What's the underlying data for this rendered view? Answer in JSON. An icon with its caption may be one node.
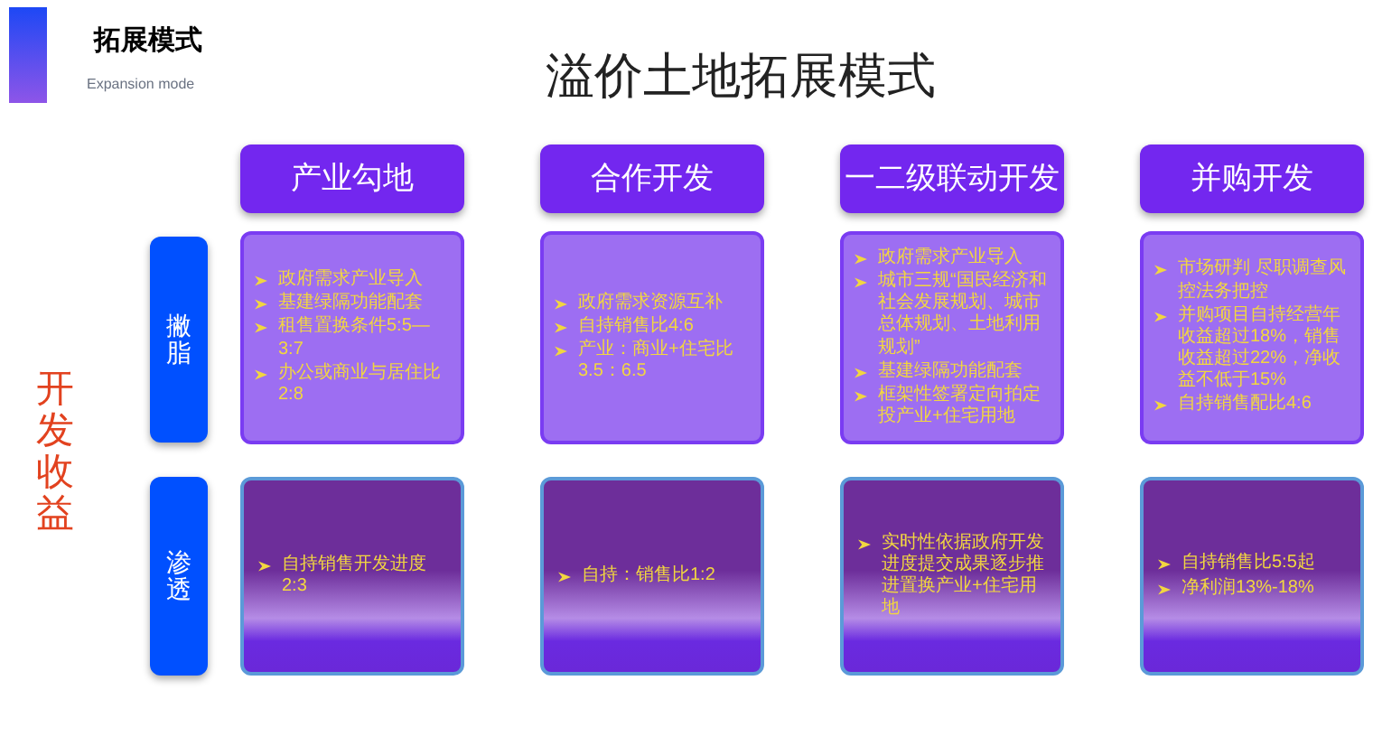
{
  "diagram": {
    "title": "溢价土地拓展模式",
    "nodes": [
      {
        "text": [
          "产业勾地"
        ]
      },
      {
        "text": [
          "合作开发"
        ]
      },
      {
        "text": [
          "一二级联动开发"
        ]
      },
      {
        "text": [
          "并购开发"
        ]
      },
      {
        "text": [
          "撇脂"
        ]
      },
      {
        "text": [
          "渗透"
        ]
      },
      {
        "text": [
          "政府需求产业导入",
          "基建绿隔功能配套",
          "租售置换条件5:5—3:7",
          "办公或商业与居住比2:8"
        ]
      },
      {
        "text": [
          "政府需求资源互补",
          "自持销售比4:6",
          "产业：商业+住宅比3.5：6.5"
        ]
      },
      {
        "text": [
          "政府需求产业导入",
          "城市三规“国民经济和社会发展规划、城市总体规划、土地利用规划”",
          "基建绿隔功能配套",
          "框架性签署定向拍定投产业+住宅用地"
        ]
      },
      {
        "text": [
          "市场研判 尽职调查风控法务把控",
          "并购项目自持经营年收益超过18%，销售收益超过22%，净收益不低于15%",
          "自持销售配比4:6"
        ]
      },
      {
        "text": [
          "自持销售开发进度2:3"
        ]
      },
      {
        "text": [
          "自持：销售比1:2"
        ]
      },
      {
        "text": [
          "实时性依据政府开发进度提交成果逐步推进置换产业+住宅用地"
        ]
      },
      {
        "text": [
          "自持销售比5:5起",
          "净利润13%-18%"
        ]
      }
    ],
    "labels": [
      "拓展模式",
      "Expansion mode",
      "开发收益"
    ]
  }
}
